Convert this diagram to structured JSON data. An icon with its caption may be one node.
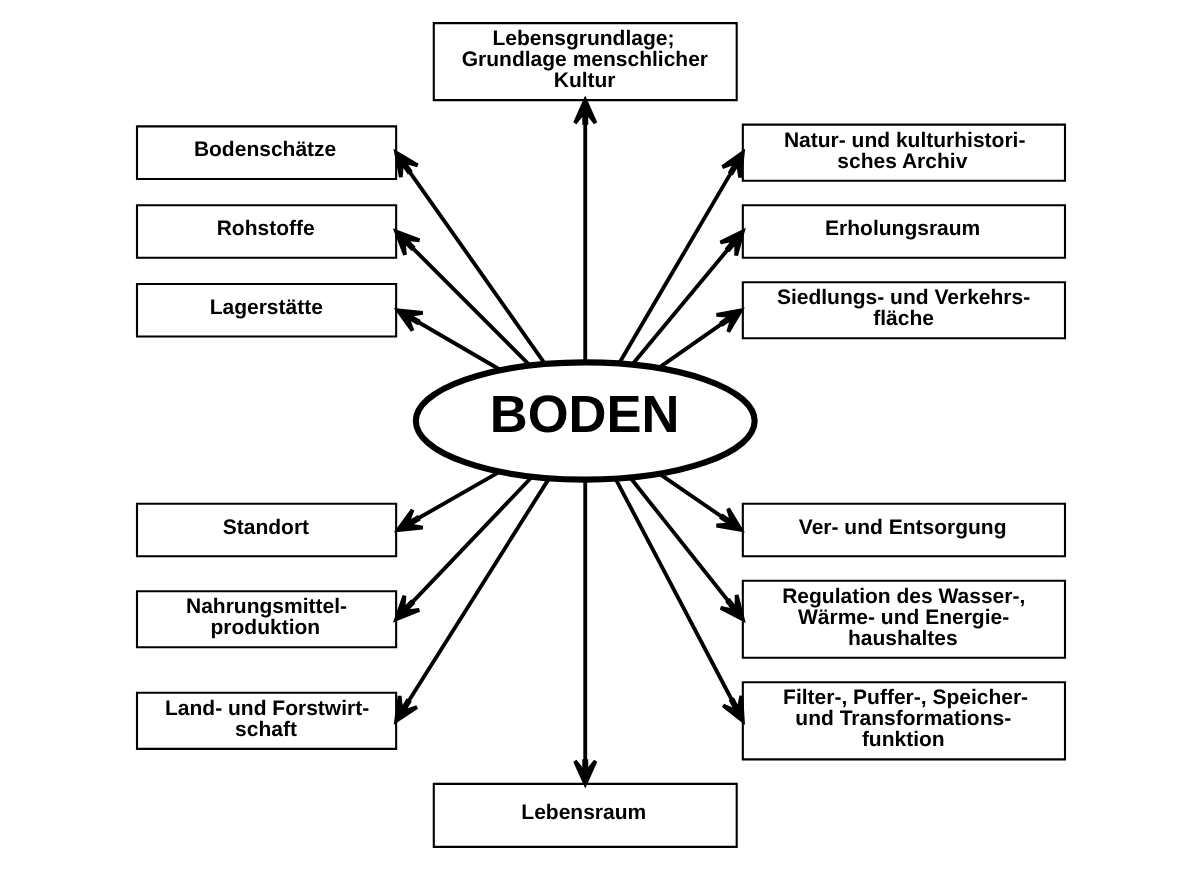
{
  "diagram": {
    "nodes": [
      {
        "text": [
          "Lebensgrundlage; Grundlage menschlicher Kultur"
        ]
      },
      {
        "text": [
          "Bodenschätze"
        ]
      },
      {
        "text": [
          "Natur- und kulturhistori- sches Archiv"
        ]
      },
      {
        "text": [
          "Rohstoffe"
        ]
      },
      {
        "text": [
          "Erholungsraum"
        ]
      },
      {
        "text": [
          "Lagerstätte"
        ]
      },
      {
        "text": [
          "Siedlungs- und Verkehrs- fläche"
        ]
      },
      {
        "text": [
          "BODEN"
        ]
      },
      {
        "text": [
          "Standort"
        ]
      },
      {
        "text": [
          "Ver- und Entsorgung"
        ]
      },
      {
        "text": [
          "Nahrungsmittel- produktion"
        ]
      },
      {
        "text": [
          "Regulation des Wasser-, Wärme- und Energie- haushaltes"
        ]
      },
      {
        "text": [
          "Land- und Forstwirt- schaft"
        ]
      },
      {
        "text": [
          "Filter-, Puffer-, Speicher- und Transformations- funktion"
        ]
      },
      {
        "text": [
          "Lebensraum"
        ]
      }
    ],
    "edges": [
      {
        "from": 7,
        "to": 0,
        "arrow": "to"
      },
      {
        "from": 7,
        "to": 1,
        "arrow": "to"
      },
      {
        "from": 7,
        "to": 2,
        "arrow": "to"
      },
      {
        "from": 7,
        "to": 3,
        "arrow": "to"
      },
      {
        "from": 7,
        "to": 4,
        "arrow": "to"
      },
      {
        "from": 7,
        "to": 5,
        "arrow": "to"
      },
      {
        "from": 7,
        "to": 6,
        "arrow": "to"
      },
      {
        "from": 7,
        "to": 8,
        "arrow": "to"
      },
      {
        "from": 7,
        "to": 9,
        "arrow": "to"
      },
      {
        "from": 7,
        "to": 10,
        "arrow": "to"
      },
      {
        "from": 7,
        "to": 11,
        "arrow": "to"
      },
      {
        "from": 7,
        "to": 12,
        "arrow": "to"
      },
      {
        "from": 7,
        "to": 13,
        "arrow": "to"
      },
      {
        "from": 7,
        "to": 14,
        "arrow": "to"
      }
    ]
  }
}
